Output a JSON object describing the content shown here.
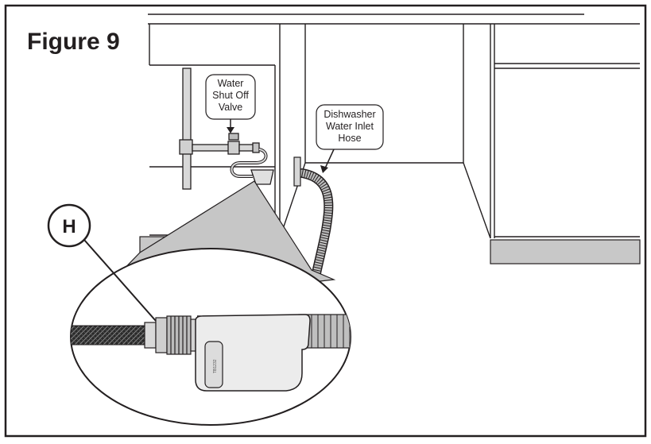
{
  "figure": {
    "title": "Figure 9"
  },
  "callouts": {
    "valve": {
      "lines": [
        "Water",
        "Shut Off",
        "Valve"
      ]
    },
    "hose": {
      "lines": [
        "Dishwasher",
        "Water Inlet",
        "Hose"
      ]
    }
  },
  "detail": {
    "label": "H",
    "part_code": "TB1232"
  }
}
